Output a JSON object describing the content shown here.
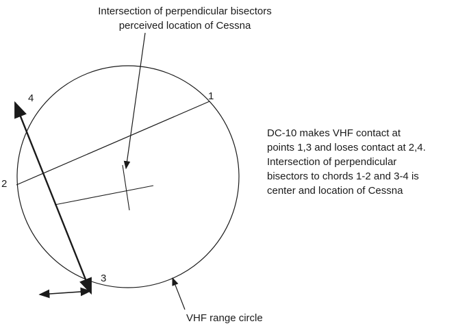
{
  "diagram": {
    "top_caption": "Intersection of perpendicular bisectors\nperceived location of Cessna",
    "side_note": "DC-10 makes VHF contact at\npoints 1,3 and loses contact at 2,4.\nIntersection of perpendicular\nbisectors to chords 1-2 and 3-4 is\ncenter and location of Cessna",
    "bottom_caption": "VHF range circle",
    "points": {
      "p1": "1",
      "p2": "2",
      "p3": "3",
      "p4": "4"
    },
    "colors": {
      "ink": "#1a1a1a",
      "background": "#ffffff"
    }
  }
}
